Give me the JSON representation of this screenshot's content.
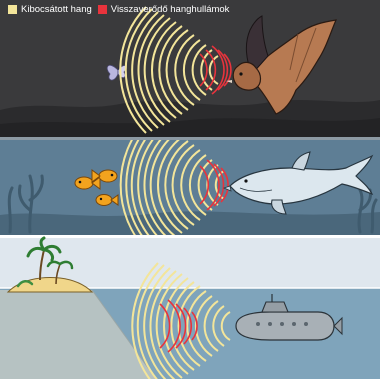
{
  "legend": {
    "emitted": {
      "label": "Kibocsátott hang",
      "color": "#f3e59a"
    },
    "reflected": {
      "label": "Visszaverődő hanghullámok",
      "color": "#e8333c"
    }
  },
  "panels": [
    {
      "scene": "bat-and-moth",
      "source": "bat-icon",
      "target": "moth-icon"
    },
    {
      "scene": "dolphin-and-fish",
      "source": "dolphin-icon",
      "target": "fish-icon"
    },
    {
      "scene": "submarine-sonar",
      "source": "submarine-icon",
      "target": "seabed"
    }
  ],
  "colors": {
    "night_sky": "#3a3a3c",
    "ocean": "#5e7e95",
    "sky": "#dfe7ee",
    "sea": "#7fa4bb",
    "seabed": "#b6c2c2"
  }
}
